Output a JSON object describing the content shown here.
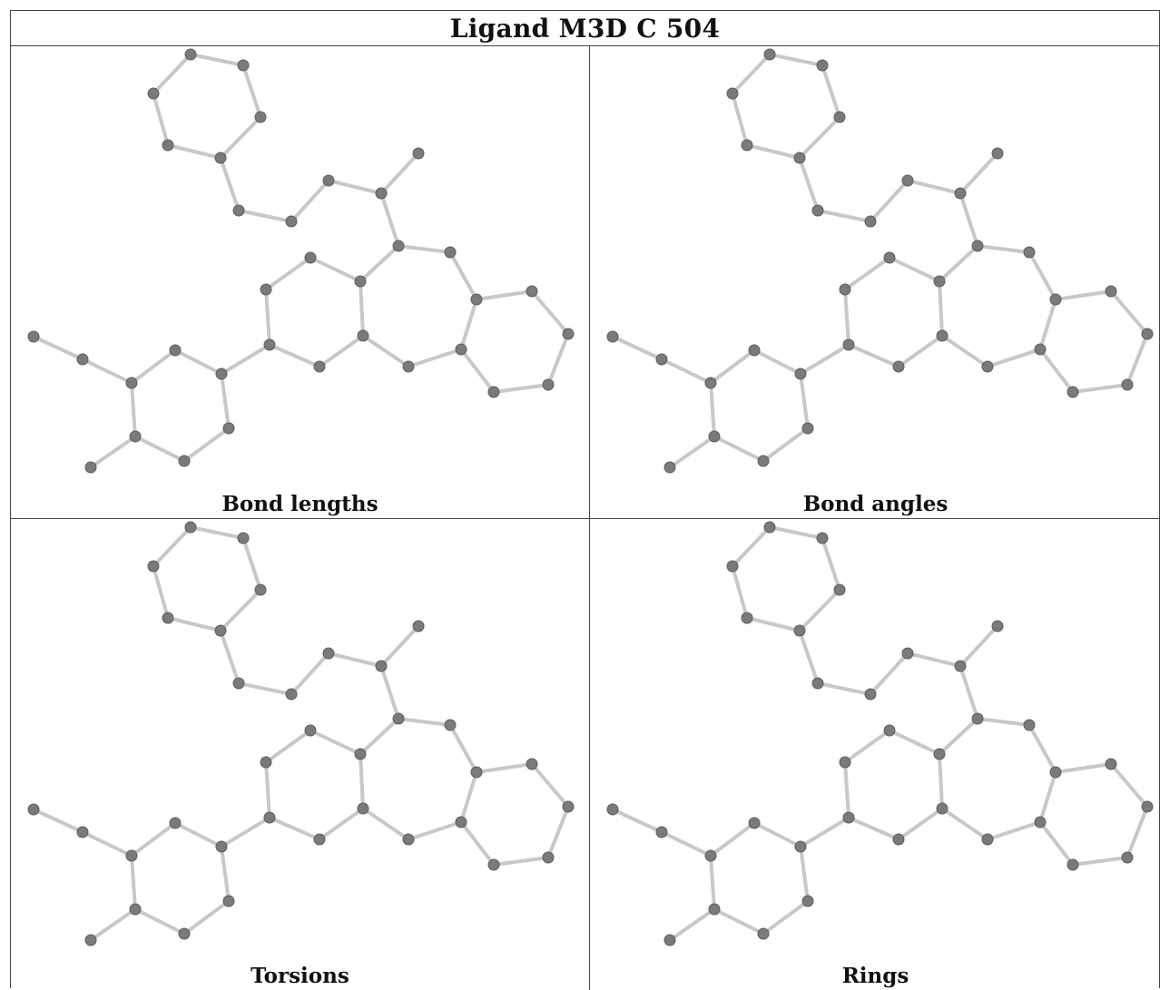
{
  "title": "Ligand M3D C 504",
  "panels": [
    {
      "caption": "Bond lengths"
    },
    {
      "caption": "Bond angles"
    },
    {
      "caption": "Torsions"
    },
    {
      "caption": "Rings"
    }
  ],
  "colors": {
    "atom": "#7a7a7a",
    "bond": "#c8c8c8",
    "border": "#444444"
  }
}
